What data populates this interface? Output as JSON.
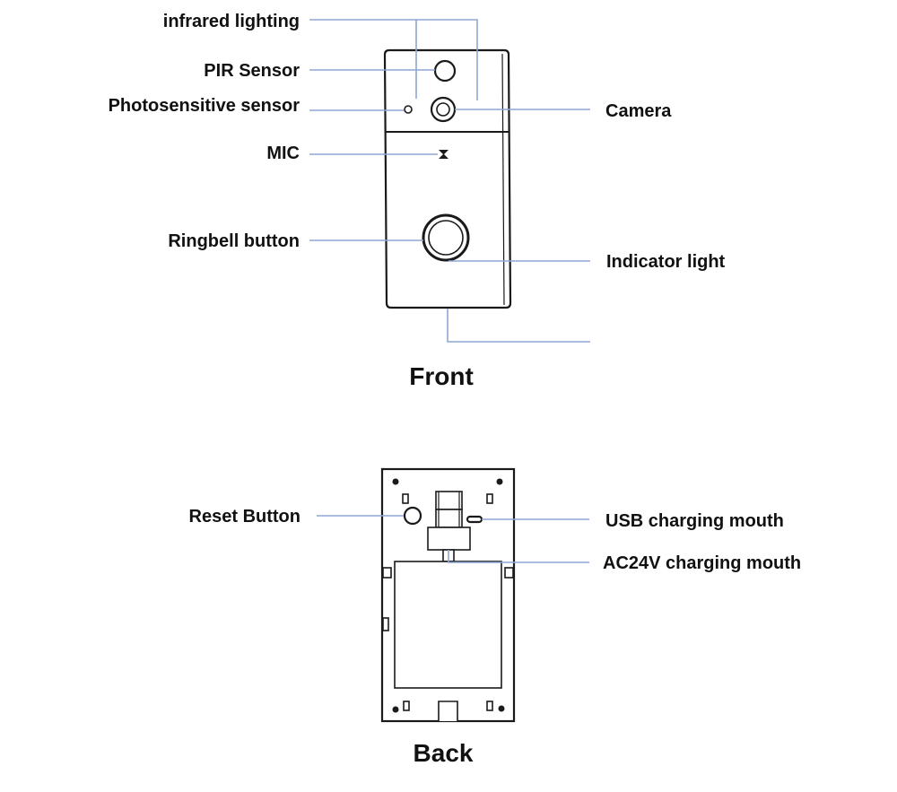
{
  "colors": {
    "leader_line": "#8ea6d6",
    "outline": "#1a1a1a",
    "background": "#ffffff"
  },
  "front": {
    "title": "Front",
    "labels": {
      "infrared_lighting": "infrared lighting",
      "pir_sensor": "PIR Sensor",
      "photosensitive_sensor": "Photosensitive sensor",
      "mic": "MIC",
      "ringbell_button": "Ringbell button",
      "camera": "Camera",
      "indicator_light": "Indicator light"
    }
  },
  "back": {
    "title": "Back",
    "labels": {
      "reset_button": "Reset Button",
      "usb_charging_mouth": "USB charging mouth",
      "ac24v_charging_mouth": "AC24V charging mouth"
    }
  }
}
